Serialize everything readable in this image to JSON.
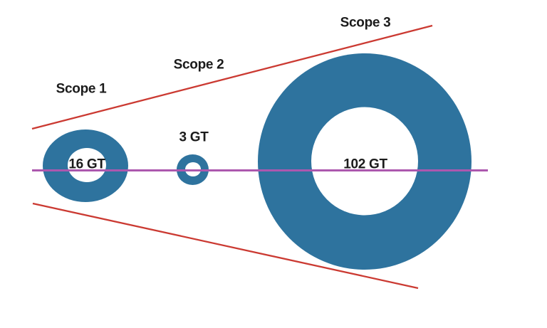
{
  "diagram": {
    "scopes": [
      {
        "label": "Scope 1",
        "value_label": "16 GT",
        "value": 16,
        "unit": "GT"
      },
      {
        "label": "Scope 2",
        "value_label": "3 GT",
        "value": 3,
        "unit": "GT"
      },
      {
        "label": "Scope 3",
        "value_label": "102 GT",
        "value": 102,
        "unit": "GT"
      }
    ]
  },
  "colors": {
    "donut_fill": "#2E739E",
    "hole_fill": "#FFFFFF",
    "red_line": "#CB3A32",
    "purple_line": "#AC58AE",
    "label_text": "#1B1B1B",
    "background": "#FFFFFF"
  },
  "chart_data": {
    "type": "proportional-area-donut",
    "title": "",
    "categories": [
      "Scope 1",
      "Scope 2",
      "Scope 3"
    ],
    "values": [
      16,
      3,
      102
    ],
    "unit": "GT",
    "annotations": [
      "16 GT",
      "3 GT",
      "102 GT"
    ],
    "layout_hints": "three donut rings sized by value along a horizontal purple axis line; two red guide lines diverge left-to-right forming an expanding cone; scope labels above each donut"
  }
}
